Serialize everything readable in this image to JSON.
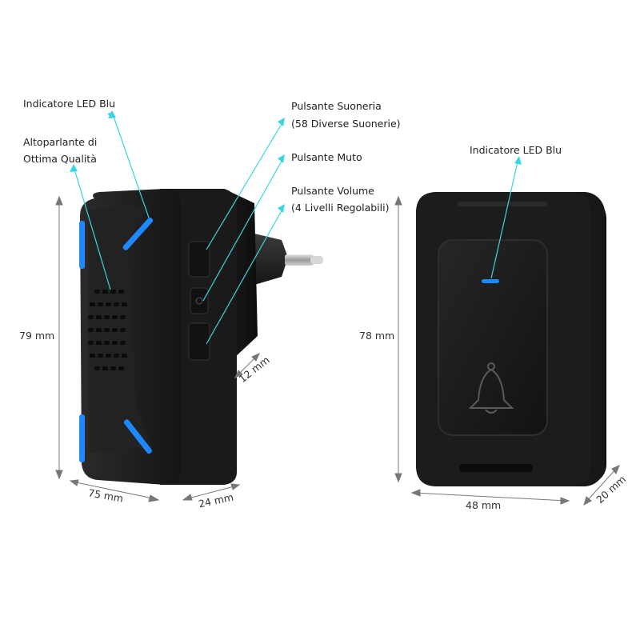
{
  "callouts": {
    "led_left": "Indicatore LED Blu",
    "speaker_line1": "Altoparlante di",
    "speaker_line2": "Ottima Qualità",
    "ring_line1": "Pulsante Suoneria",
    "ring_line2": "(58 Diverse Suonerie)",
    "mute": "Pulsante Muto",
    "volume_line1": "Pulsante Volume",
    "volume_line2": "(4 Livelli Regolabili)",
    "led_right": "Indicatore LED Blu"
  },
  "dimensions": {
    "receiver_height": "79 mm",
    "receiver_width": "75 mm",
    "receiver_depth": "24 mm",
    "plug_depth": "12 mm",
    "button_height": "78 mm",
    "button_width": "48 mm",
    "button_depth": "20 mm"
  },
  "colors": {
    "led_blue": "#1e88ff",
    "callout_line": "#38d6e0",
    "device_body": "#1a1a1a"
  },
  "icons": {
    "bell": "bell-icon",
    "speaker": "speaker-grille",
    "plug": "eu-plug"
  }
}
